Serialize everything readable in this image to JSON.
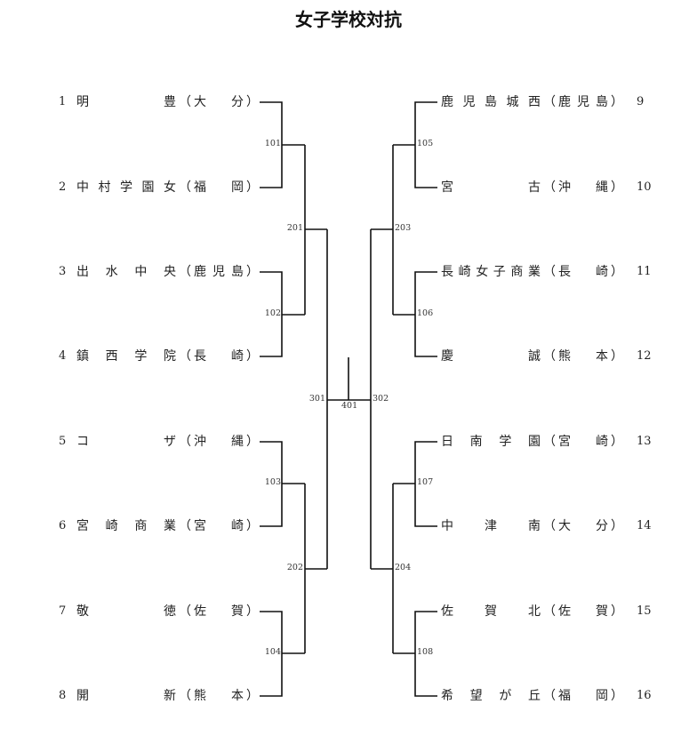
{
  "title": "女子学校対抗",
  "left_teams": [
    {
      "seed": "1",
      "name": "明　豊",
      "pref": "大　分"
    },
    {
      "seed": "2",
      "name": "中村学園女",
      "pref": "福　岡"
    },
    {
      "seed": "3",
      "name": "出水中央",
      "pref": "鹿児島"
    },
    {
      "seed": "4",
      "name": "鎮西学院",
      "pref": "長　崎"
    },
    {
      "seed": "5",
      "name": "コ　ザ",
      "pref": "沖　縄"
    },
    {
      "seed": "6",
      "name": "宮崎商業",
      "pref": "宮　崎"
    },
    {
      "seed": "7",
      "name": "敬　徳",
      "pref": "佐　賀"
    },
    {
      "seed": "8",
      "name": "開　新",
      "pref": "熊　本"
    }
  ],
  "right_teams": [
    {
      "seed": "9",
      "name": "鹿児島城西",
      "pref": "鹿児島"
    },
    {
      "seed": "10",
      "name": "宮　古",
      "pref": "沖　縄"
    },
    {
      "seed": "11",
      "name": "長崎女子商業",
      "pref": "長　崎"
    },
    {
      "seed": "12",
      "name": "慶　誠",
      "pref": "熊　本"
    },
    {
      "seed": "13",
      "name": "日南学園",
      "pref": "宮　崎"
    },
    {
      "seed": "14",
      "name": "中津南",
      "pref": "大　分"
    },
    {
      "seed": "15",
      "name": "佐賀北",
      "pref": "佐　賀"
    },
    {
      "seed": "16",
      "name": "希望が丘",
      "pref": "福　岡"
    }
  ],
  "paren_open": "（",
  "paren_close": "）",
  "matches": {
    "left_r1": [
      "101",
      "102",
      "103",
      "104"
    ],
    "left_r2": [
      "201",
      "202"
    ],
    "left_r3": "301",
    "right_r1": [
      "105",
      "106",
      "107",
      "108"
    ],
    "right_r2": [
      "203",
      "204"
    ],
    "right_r3": "302",
    "final": "401"
  }
}
